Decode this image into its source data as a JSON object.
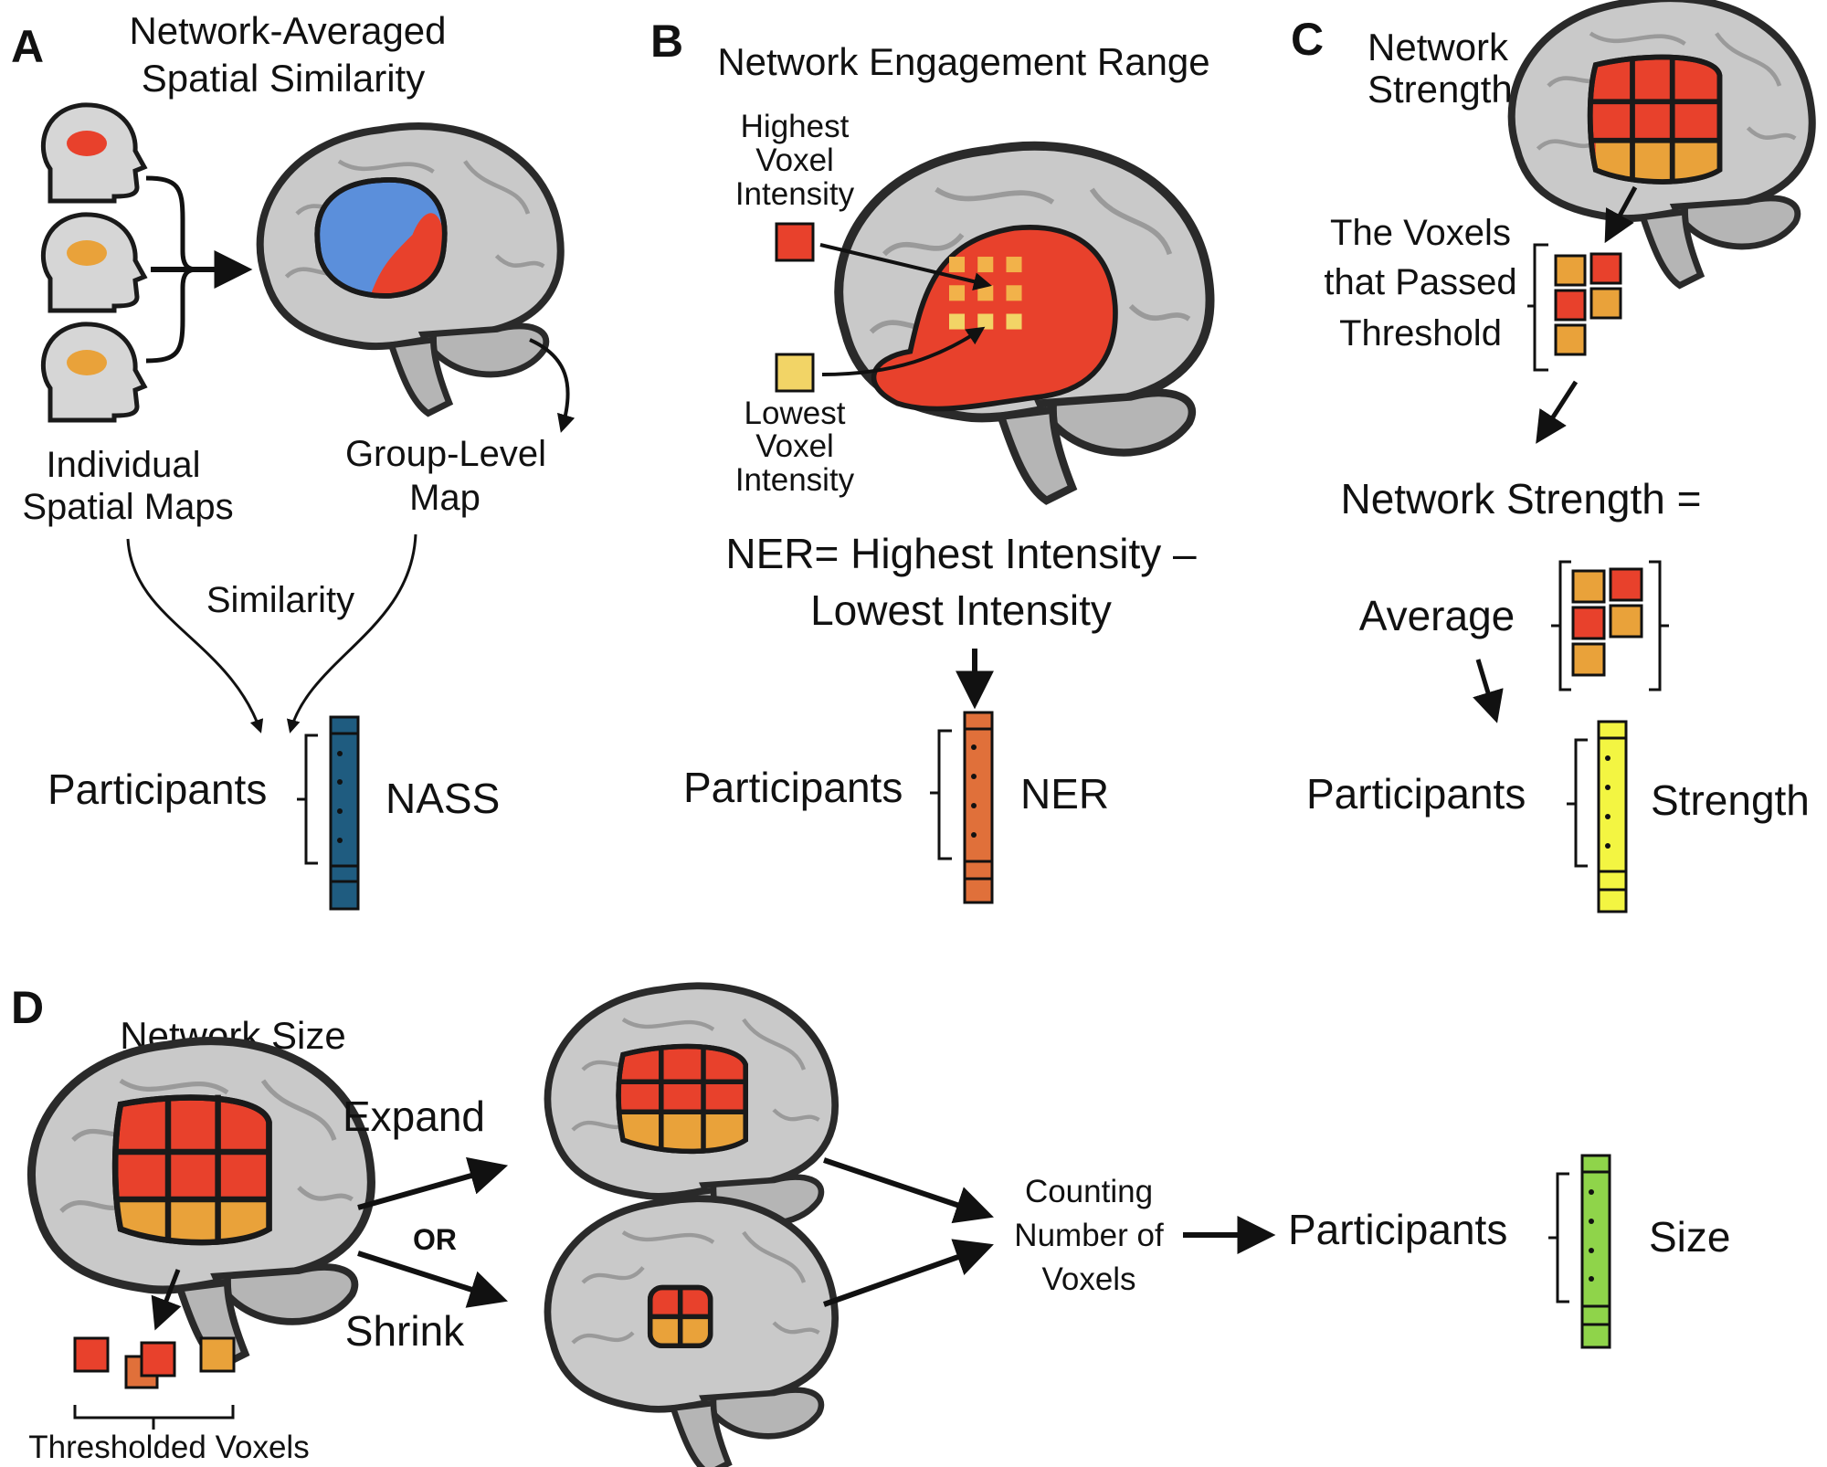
{
  "colors": {
    "brain_fill": "#c9c9c9",
    "brain_outline": "#2a2a2a",
    "red": "#e8412c",
    "orange": "#e9a23a",
    "yellow_voxel": "#f2d466",
    "blue_region": "#5b8fdb",
    "nass_bar": "#1f5c80",
    "ner_bar": "#e0703a",
    "strength_bar": "#f3f542",
    "size_bar": "#8fd44a"
  },
  "panel_a": {
    "letter": "A",
    "title_line1": "Network-Averaged",
    "title_line2": "Spatial Similarity",
    "individual_line1": "Individual",
    "individual_line2": "Spatial Maps",
    "group_line1": "Group-Level",
    "group_line2": "Map",
    "similarity": "Similarity",
    "participants": "Participants",
    "measure": "NASS"
  },
  "panel_b": {
    "letter": "B",
    "title": "Network Engagement Range",
    "highest_line1": "Highest",
    "highest_line2": "Voxel",
    "highest_line3": "Intensity",
    "lowest_line1": "Lowest",
    "lowest_line2": "Voxel",
    "lowest_line3": "Intensity",
    "formula_line1": "NER= Highest Intensity –",
    "formula_line2": "Lowest Intensity",
    "participants": "Participants",
    "measure": "NER"
  },
  "panel_c": {
    "letter": "C",
    "title_line1": "Network",
    "title_line2": "Strength",
    "voxels_line1": "The Voxels",
    "voxels_line2": "that Passed",
    "voxels_line3": "Threshold",
    "formula": "Network Strength =",
    "average": "Average",
    "participants": "Participants",
    "measure": "Strength"
  },
  "panel_d": {
    "letter": "D",
    "title": "Network Size",
    "expand": "Expand",
    "or": "OR",
    "shrink": "Shrink",
    "thresholded": "Thresholded Voxels",
    "counting_line1": "Counting",
    "counting_line2": "Number of",
    "counting_line3": "Voxels",
    "participants": "Participants",
    "measure": "Size"
  }
}
